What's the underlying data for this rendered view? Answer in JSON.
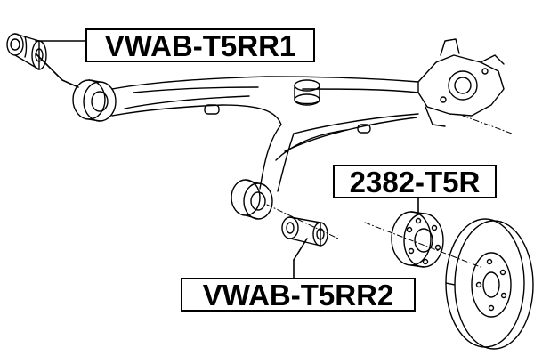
{
  "labels": {
    "rr1": "VWAB-T5RR1",
    "t5r": "2382-T5R",
    "rr2": "VWAB-T5RR2"
  },
  "colors": {
    "line": "#000000",
    "background": "#ffffff",
    "label_border": "#000000"
  }
}
